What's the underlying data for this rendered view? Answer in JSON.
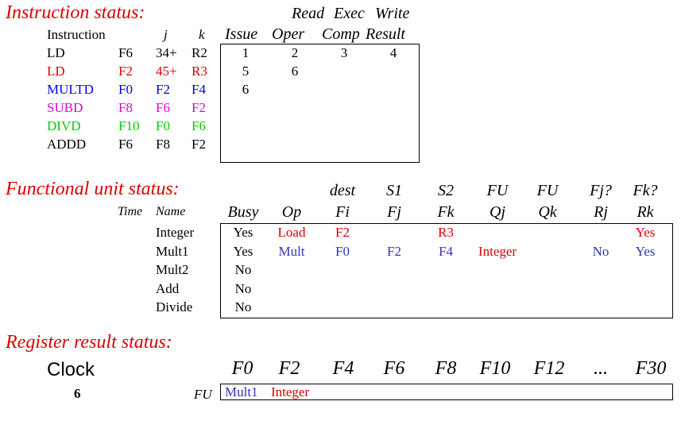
{
  "instruction_status": {
    "title": "Instruction status:",
    "headers": {
      "top": [
        "Read",
        "Exec",
        "Write"
      ],
      "instruction": "Instruction",
      "j": "j",
      "k": "k",
      "bottom": [
        "Issue",
        "Oper",
        "Comp",
        "Result"
      ]
    },
    "rows": [
      {
        "op": "LD",
        "dest": "F6",
        "j": "34+",
        "k": "R2",
        "issue": "1",
        "read": "2",
        "exec": "3",
        "write": "4",
        "color": "#000000"
      },
      {
        "op": "LD",
        "dest": "F2",
        "j": "45+",
        "k": "R3",
        "issue": "5",
        "read": "6",
        "exec": "",
        "write": "",
        "color": "#dd0000"
      },
      {
        "op": "MULTD",
        "dest": "F0",
        "j": "F2",
        "k": "F4",
        "issue": "6",
        "read": "",
        "exec": "",
        "write": "",
        "color": "#0000dd"
      },
      {
        "op": "SUBD",
        "dest": "F8",
        "j": "F6",
        "k": "F2",
        "issue": "",
        "read": "",
        "exec": "",
        "write": "",
        "color": "#dd00dd"
      },
      {
        "op": "DIVD",
        "dest": "F10",
        "j": "F0",
        "k": "F6",
        "issue": "",
        "read": "",
        "exec": "",
        "write": "",
        "color": "#00cc00"
      },
      {
        "op": "ADDD",
        "dest": "F6",
        "j": "F8",
        "k": "F2",
        "issue": "",
        "read": "",
        "exec": "",
        "write": "",
        "color": "#000000"
      }
    ]
  },
  "functional_unit_status": {
    "title": "Functional unit status:",
    "headers_top": {
      "dest": "dest",
      "s1": "S1",
      "s2": "S2",
      "fu1": "FU",
      "fu2": "FU",
      "fj": "Fj?",
      "fk": "Fk?"
    },
    "headers_bottom": {
      "time": "Time",
      "name": "Name",
      "busy": "Busy",
      "op": "Op",
      "fi": "Fi",
      "fj": "Fj",
      "fk": "Fk",
      "qj": "Qj",
      "qk": "Qk",
      "rj": "Rj",
      "rk": "Rk"
    },
    "rows": [
      {
        "name": "Integer",
        "busy": "Yes",
        "op": "Load",
        "fi": "F2",
        "fj": "",
        "fk": "R3",
        "qj": "",
        "qk": "",
        "rj": "",
        "rk": "Yes",
        "color": "#dd0000"
      },
      {
        "name": "Mult1",
        "busy": "Yes",
        "op": "Mult",
        "fi": "F0",
        "fj": "F2",
        "fk": "F4",
        "qj": "Integer",
        "qk": "",
        "rj": "No",
        "rk": "Yes",
        "color": "#3333bb"
      },
      {
        "name": "Mult2",
        "busy": "No",
        "op": "",
        "fi": "",
        "fj": "",
        "fk": "",
        "qj": "",
        "qk": "",
        "rj": "",
        "rk": "",
        "color": "#000000"
      },
      {
        "name": "Add",
        "busy": "No",
        "op": "",
        "fi": "",
        "fj": "",
        "fk": "",
        "qj": "",
        "qk": "",
        "rj": "",
        "rk": "",
        "color": "#000000"
      },
      {
        "name": "Divide",
        "busy": "No",
        "op": "",
        "fi": "",
        "fj": "",
        "fk": "",
        "qj": "",
        "qk": "",
        "rj": "",
        "rk": "",
        "color": "#000000"
      }
    ],
    "qj_color": "#dd0000"
  },
  "register_result_status": {
    "title": "Register result status:",
    "clock_label": "Clock",
    "clock_value": "6",
    "fu_label": "FU",
    "registers": [
      "F0",
      "F2",
      "F4",
      "F6",
      "F8",
      "F10",
      "F12",
      "...",
      "F30"
    ],
    "values": [
      {
        "text": "Mult1",
        "color": "#3333bb"
      },
      {
        "text": "Integer",
        "color": "#dd0000"
      }
    ]
  }
}
